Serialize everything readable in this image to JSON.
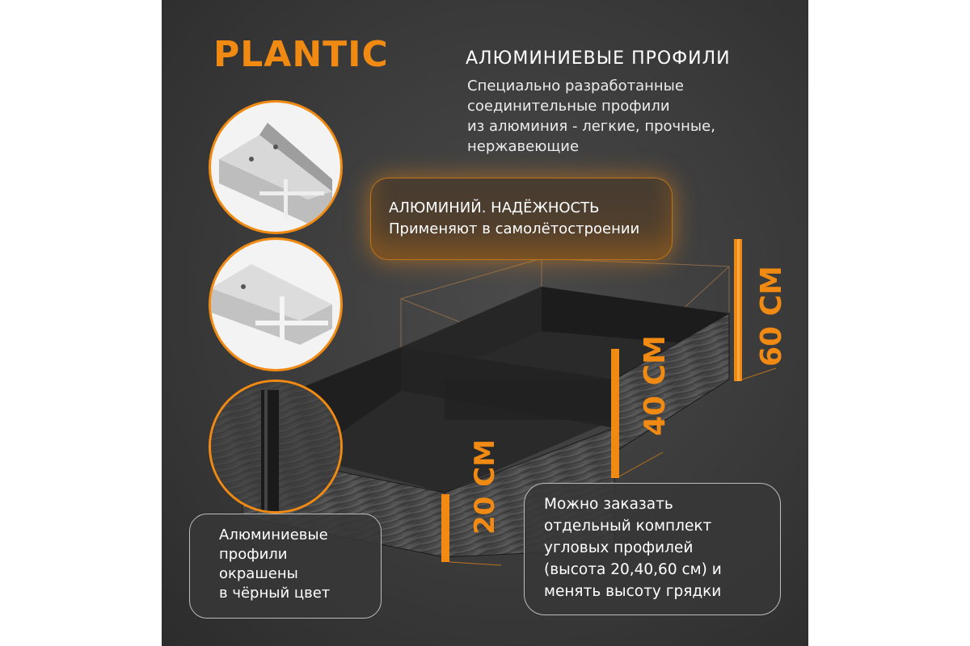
{
  "brand": "PLANTIC",
  "heading": "АЛЮМИНИЕВЫЕ ПРОФИЛИ",
  "description": "Специально разработанные\nсоединительные профили\nиз алюминия - легкие, прочные,\nнержавеющие",
  "highlight": {
    "line1": "АЛЮМИНИЙ. НАДЁЖНОСТЬ",
    "line2": "Применяют  в самолётостроении"
  },
  "note_left": "Алюминиевые\nпрофили\nокрашены\nв чёрный цвет",
  "note_right": "Можно заказать\nотдельный комплект\nугловых профилей\n(высота 20,40,60 см) и\nменять высоту грядки",
  "dimensions": {
    "h20": "20 СМ",
    "h40": "40 СМ",
    "h60": "60 СМ"
  },
  "colors": {
    "accent": "#f08a12",
    "background": "#3a3a3a",
    "text": "#ffffff"
  }
}
